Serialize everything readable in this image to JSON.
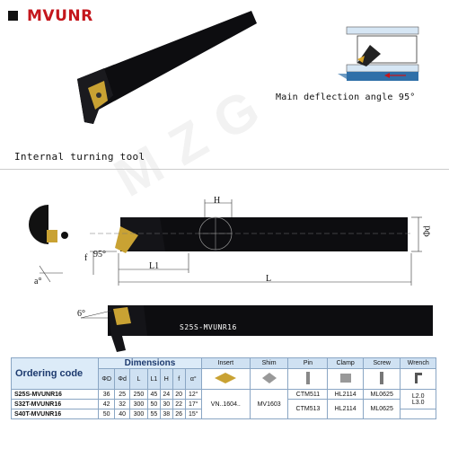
{
  "header": {
    "title": "MVUNR"
  },
  "captions": {
    "deflection": "Main deflection angle 95°",
    "internal": "Internal turning tool"
  },
  "drawing": {
    "label_h": "H",
    "label_phi_d": "Φd",
    "label_f": "f",
    "label_95": "95°",
    "label_l1": "L1",
    "label_l": "L",
    "label_a": "a°",
    "label_6": "6°",
    "bar_text": "S25S-MVUNR16"
  },
  "watermark": "MZG",
  "table": {
    "ordering_code": "Ordering code",
    "dimensions": "Dimensions",
    "dim_cols": [
      "ΦD",
      "Φd",
      "L",
      "L1",
      "H",
      "f",
      "α°"
    ],
    "part_cols": [
      "Insert",
      "Shim",
      "Pin",
      "Clamp",
      "Screw",
      "Wrench"
    ],
    "rows": [
      {
        "code": "S25S-MVUNR16",
        "dims": [
          "36",
          "25",
          "250",
          "45",
          "24",
          "20",
          "12°"
        ]
      },
      {
        "code": "S32T-MVUNR16",
        "dims": [
          "42",
          "32",
          "300",
          "50",
          "30",
          "22",
          "17°"
        ]
      },
      {
        "code": "S40T-MVUNR16",
        "dims": [
          "50",
          "40",
          "300",
          "55",
          "38",
          "26",
          "15°"
        ]
      }
    ],
    "insert": "VN..1604..",
    "shim": "MV1603",
    "pin": [
      "CTM511",
      "CTM513"
    ],
    "clamp": [
      "HL2114",
      "HL2114"
    ],
    "screw": [
      "ML0625",
      "ML0625"
    ],
    "wrench": [
      "L2.0",
      "L3.0"
    ]
  }
}
